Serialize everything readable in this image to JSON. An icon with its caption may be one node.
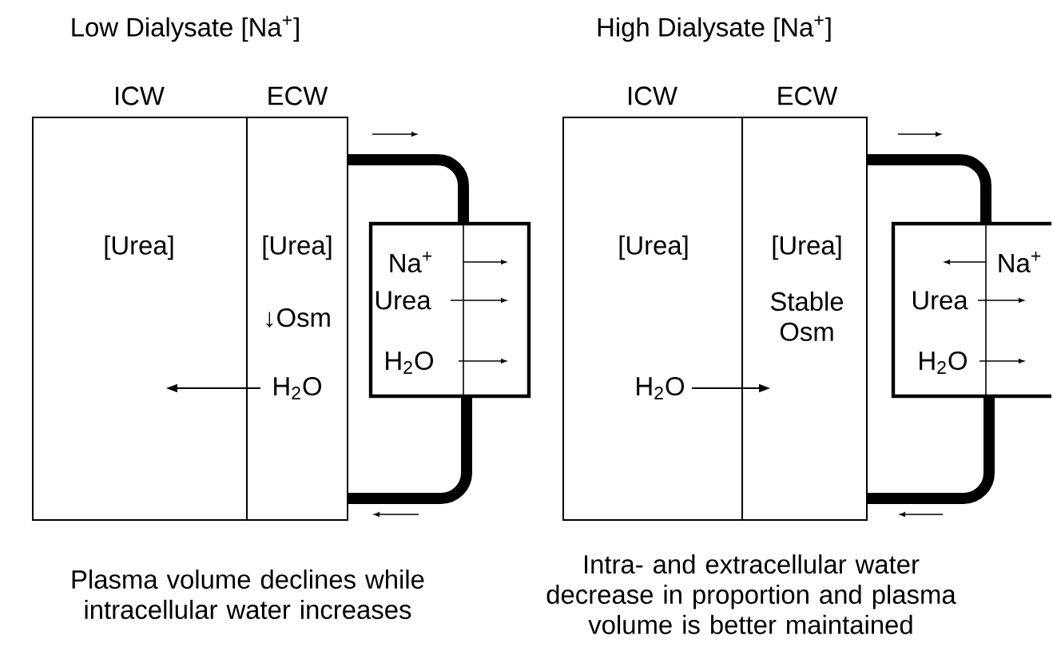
{
  "diagram": {
    "nodes": [
      {
        "text": [
          "ICW",
          "[Urea]"
        ]
      },
      {
        "text": [
          "ECW",
          "[Urea]",
          "↓Osm",
          "H$_{2}$O"
        ]
      },
      {
        "text": [
          "Na$^{+}$",
          "Urea",
          "H$_{2}$O"
        ]
      },
      {
        "text": [
          "ICW",
          "[Urea]",
          "H$_{2}$O"
        ]
      },
      {
        "text": [
          "ECW",
          "[Urea]",
          "Stable Osm"
        ]
      },
      {
        "text": [
          "Na$^{+}$",
          "Urea",
          "H$_{2}$O"
        ]
      }
    ],
    "edges": [
      {
        "from": 1,
        "to": 2,
        "arrow": "none"
      },
      {
        "from": 2,
        "to": 1,
        "arrow": "none"
      },
      {
        "from": 1,
        "to": 0,
        "arrow": "to"
      },
      {
        "from": 4,
        "to": 5,
        "arrow": "none"
      },
      {
        "from": 5,
        "to": 4,
        "arrow": "none"
      },
      {
        "from": 3,
        "to": 4,
        "arrow": "to"
      }
    ],
    "labels": [
      "Low Dialysate [Na$^{+}$]",
      "High Dialysate [Na$^{+}$]",
      "Plasma volume declines while intracellular water increases",
      "Intra- and extracellular water decrease in proportion and plasma volume is better maintained"
    ]
  }
}
